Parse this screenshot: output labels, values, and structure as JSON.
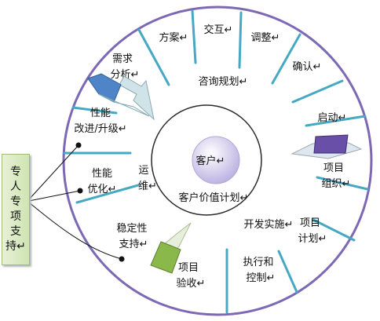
{
  "center": {
    "label": "客户↵"
  },
  "inner_ring": {
    "top_label": "咨询规划↵",
    "left_label": [
      "运",
      "维↵"
    ],
    "bottom_label": "客户价值计划↵"
  },
  "outer_segments": {
    "s1": [
      "方案↵"
    ],
    "s2": [
      "交互↵"
    ],
    "s3": [
      "调整↵"
    ],
    "s4": [
      "确认↵"
    ],
    "s5": [
      "启动↵"
    ],
    "s6": [
      "项目",
      "组织↵"
    ],
    "s7": [
      "项目",
      "计划↵"
    ],
    "s8": [
      "开发实施↵"
    ],
    "s9": [
      "执行和",
      "控制↵"
    ],
    "s10": [
      "项目",
      "验收↵"
    ],
    "s11": [
      "稳定性",
      "支持↵"
    ],
    "s12": [
      "性能",
      "优化↵"
    ],
    "s13": [
      "性能",
      "改进/升级↵"
    ],
    "s14": [
      "需求",
      "分析↵"
    ]
  },
  "side_box": {
    "chars": [
      "专",
      "人",
      "专",
      "项",
      "支",
      "持↵"
    ]
  },
  "colors": {
    "outer_border": "#7c68b4",
    "divider": "#46a9c4",
    "inner_circle_border": "#2a2a2a",
    "center_fill": "#c9bfe6",
    "marker_blue": "#4f84c9",
    "marker_purple": "#6a4fa8",
    "marker_green": "#8bb84a"
  }
}
